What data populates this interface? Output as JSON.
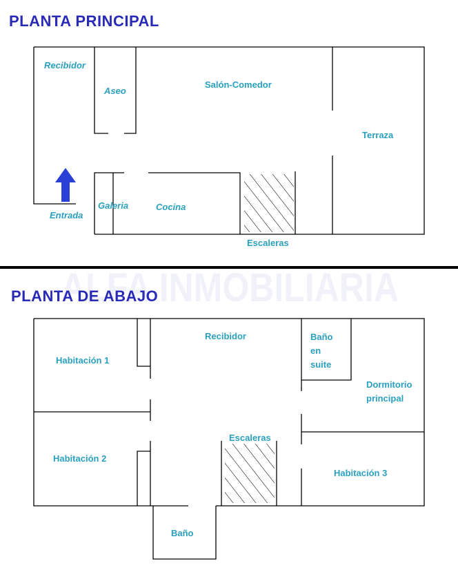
{
  "upper": {
    "title": "PLANTA PRINCIPAL",
    "rooms": {
      "recibidor": "Recibidor",
      "aseo": "Aseo",
      "salon": "Salón-Comedor",
      "terraza": "Terraza",
      "galeria": "Galeria",
      "cocina": "Cocina",
      "entrada": "Entrada",
      "escaleras": "Escaleras"
    }
  },
  "lower": {
    "title": "PLANTA DE ABAJO",
    "rooms": {
      "recibidor": "Recibidor",
      "bano_suite_1": "Baño",
      "bano_suite_2": "en",
      "bano_suite_3": "suite",
      "habitacion1": "Habitación 1",
      "dormitorio_1": "Dormitorio",
      "dormitorio_2": "principal",
      "escaleras": "Escaleras",
      "habitacion2": "Habitación 2",
      "habitacion3": "Habitación 3",
      "bano": "Baño"
    }
  },
  "watermark": "ALFA INMOBILIARIA",
  "colors": {
    "title": "#2a2ab8",
    "label": "#2aa0bf",
    "arrow": "#2a3fd6",
    "divider": "#000000"
  },
  "icons": {
    "entry": "arrow-up-icon"
  }
}
